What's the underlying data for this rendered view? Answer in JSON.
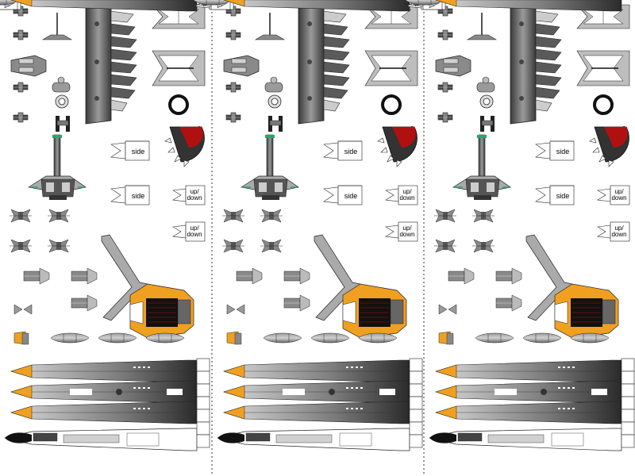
{
  "sheet": {
    "panel_count": 3,
    "labels": {
      "side": "side",
      "up_down_top": "up/",
      "up_down_bottom": "down"
    },
    "colors": {
      "background": "#ffffff",
      "hull_dark": "#4a4a4a",
      "hull_mid": "#8a8a8a",
      "hull_light": "#c8c8c8",
      "accent_orange": "#f0a020",
      "accent_red": "#b01010",
      "outline": "#222222",
      "divider": "#333333"
    }
  }
}
